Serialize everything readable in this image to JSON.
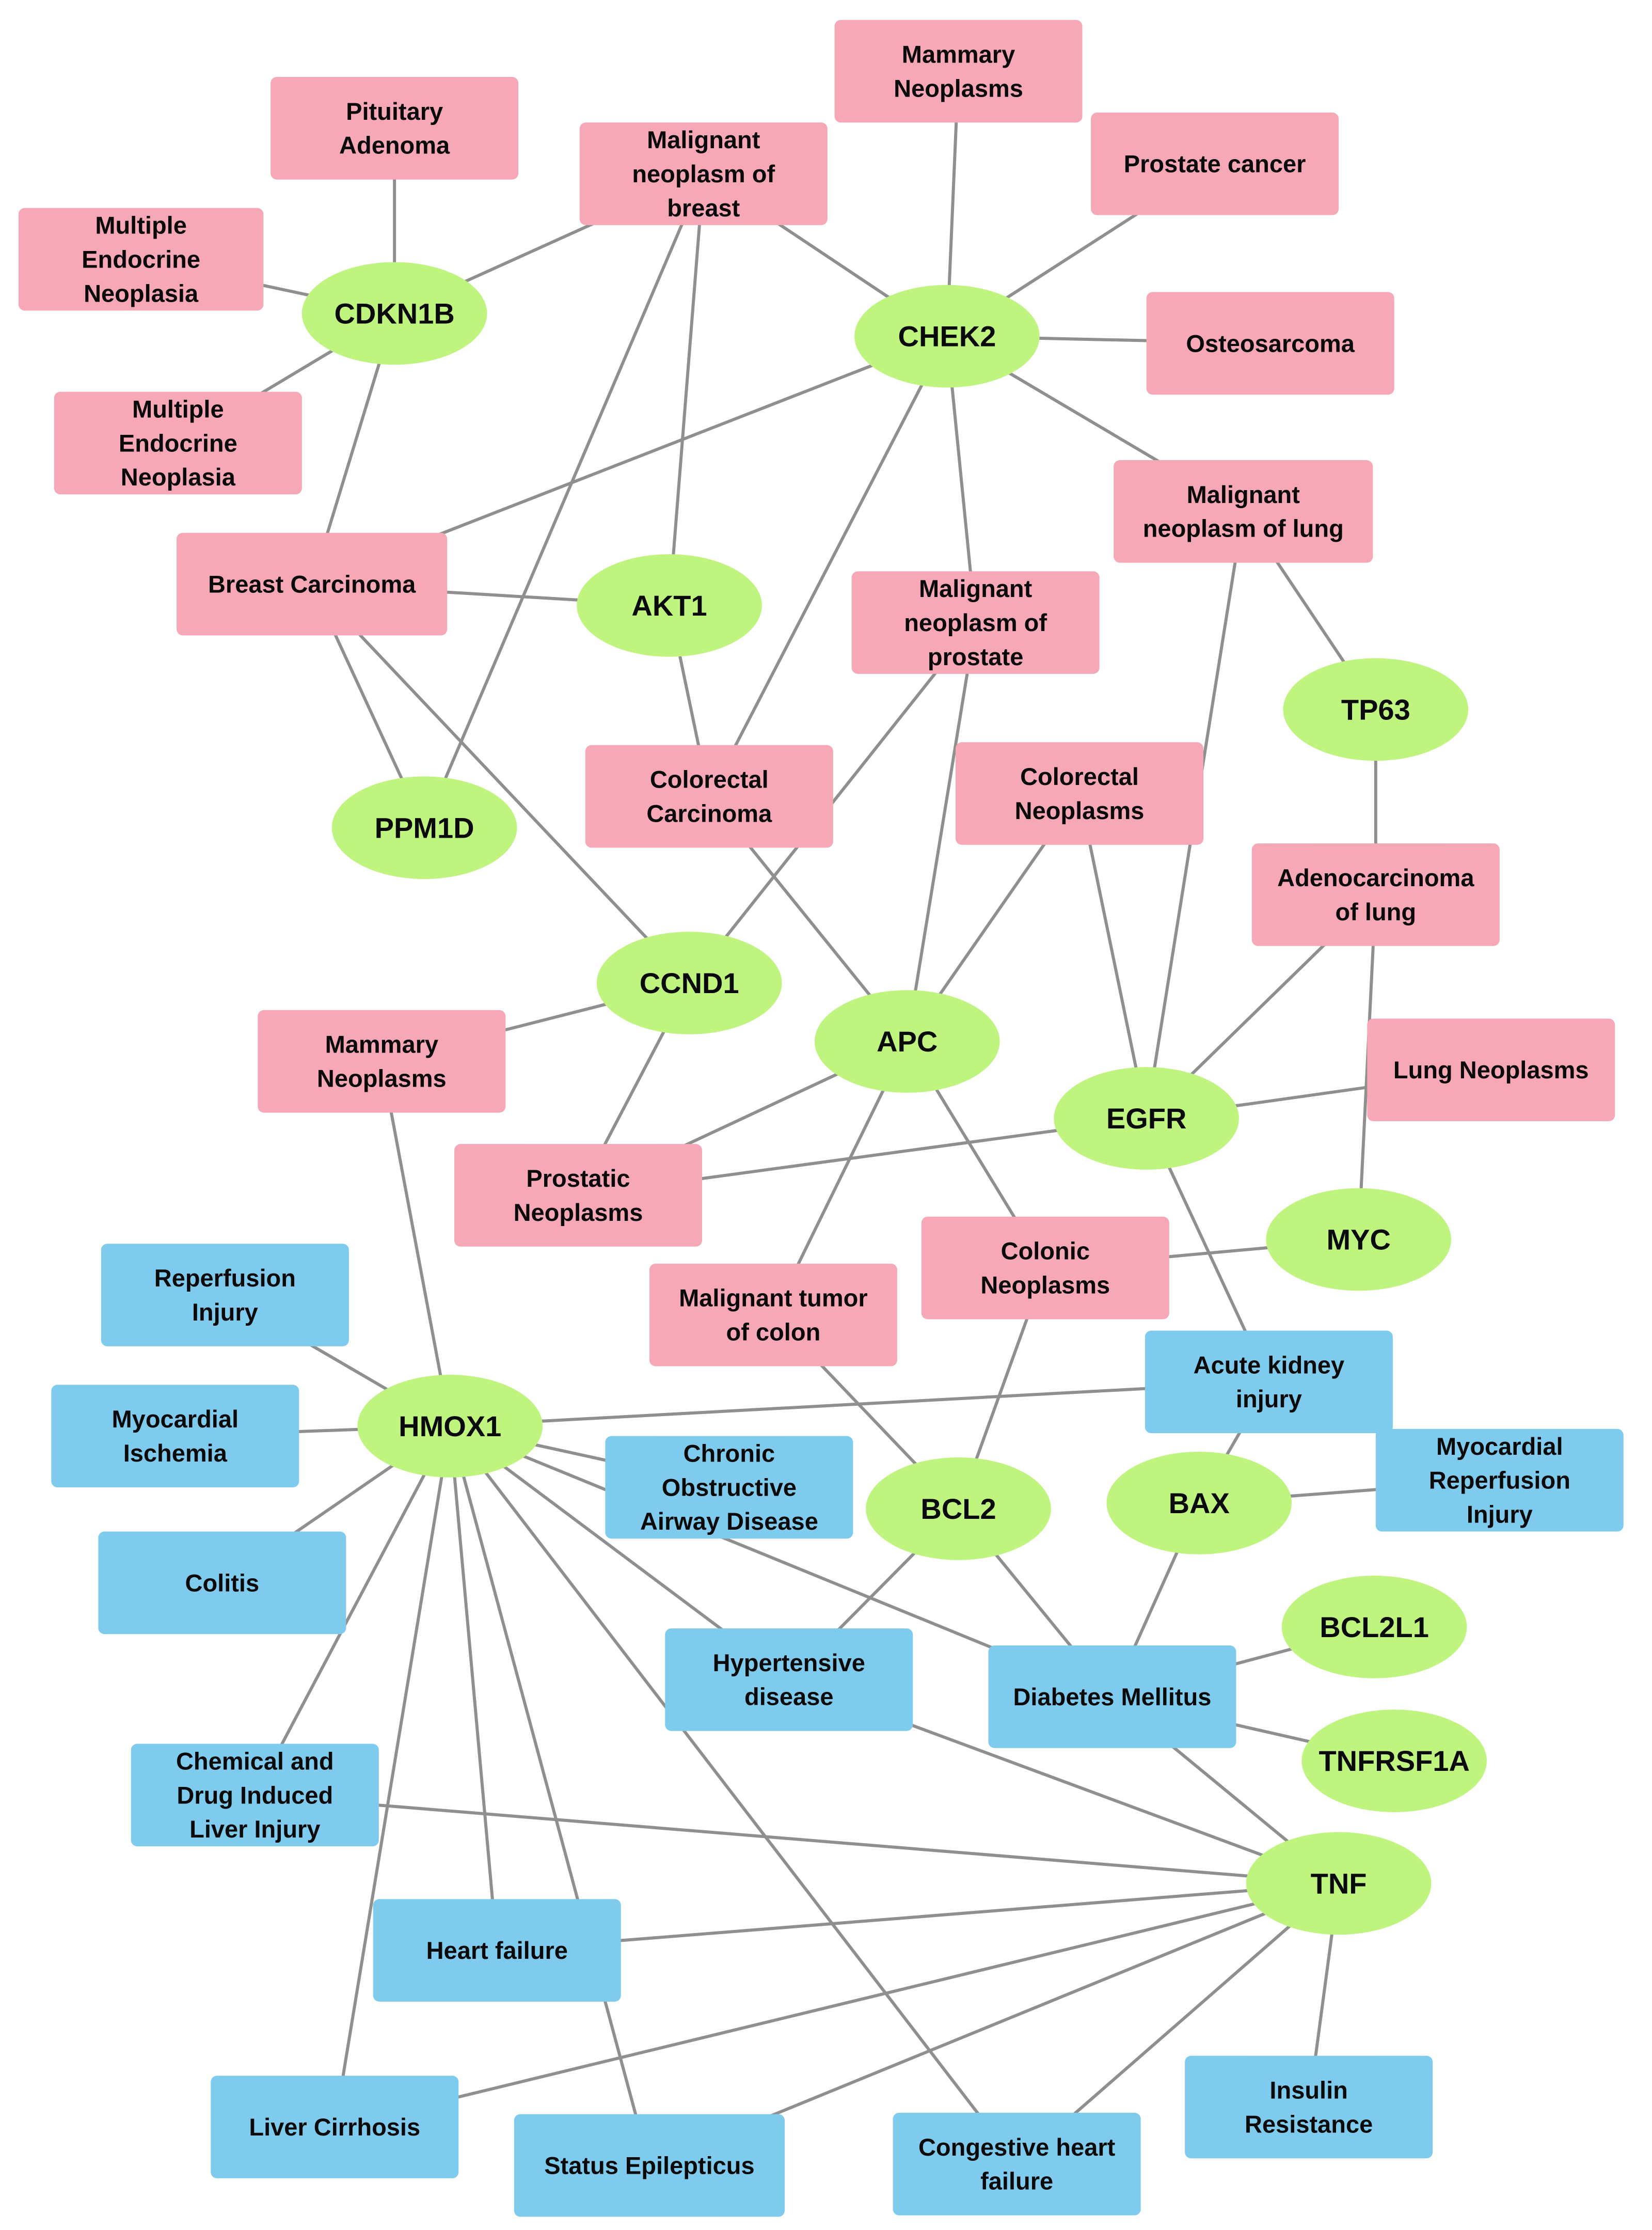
{
  "colors": {
    "gene": "#bff57e",
    "cancer": "#f7a8b6",
    "disease": "#7fcbee",
    "edge": "#8f8f8f",
    "text": "#0a0a0a"
  },
  "nodes": [
    {
      "id": "pituitary",
      "label": "Pituitary\nAdenoma",
      "kind": "cancer"
    },
    {
      "id": "mammary_top",
      "label": "Mammary\nNeoplasms",
      "kind": "cancer"
    },
    {
      "id": "mal_breast",
      "label": "Malignant\nneoplasm of\nbreast",
      "kind": "cancer"
    },
    {
      "id": "prostate_cancer",
      "label": "Prostate cancer",
      "kind": "cancer"
    },
    {
      "id": "men1",
      "label": "Multiple\nEndocrine\nNeoplasia",
      "kind": "cancer"
    },
    {
      "id": "men2",
      "label": "Multiple\nEndocrine\nNeoplasia",
      "kind": "cancer"
    },
    {
      "id": "cdkn1b",
      "label": "CDKN1B",
      "kind": "gene"
    },
    {
      "id": "chek2",
      "label": "CHEK2",
      "kind": "gene"
    },
    {
      "id": "osteosarcoma",
      "label": "Osteosarcoma",
      "kind": "cancer"
    },
    {
      "id": "mal_lung",
      "label": "Malignant\nneoplasm of lung",
      "kind": "cancer"
    },
    {
      "id": "breast_carc",
      "label": "Breast Carcinoma",
      "kind": "cancer"
    },
    {
      "id": "akt1",
      "label": "AKT1",
      "kind": "gene"
    },
    {
      "id": "mal_prostate",
      "label": "Malignant\nneoplasm of\nprostate",
      "kind": "cancer"
    },
    {
      "id": "tp63",
      "label": "TP63",
      "kind": "gene"
    },
    {
      "id": "ppm1d",
      "label": "PPM1D",
      "kind": "gene"
    },
    {
      "id": "colorectal_carc",
      "label": "Colorectal\nCarcinoma",
      "kind": "cancer"
    },
    {
      "id": "colorectal_neo",
      "label": "Colorectal\nNeoplasms",
      "kind": "cancer"
    },
    {
      "id": "adeno_lung",
      "label": "Adenocarcinoma\nof lung",
      "kind": "cancer"
    },
    {
      "id": "ccnd1",
      "label": "CCND1",
      "kind": "gene"
    },
    {
      "id": "apc",
      "label": "APC",
      "kind": "gene"
    },
    {
      "id": "mammary_mid",
      "label": "Mammary\nNeoplasms",
      "kind": "cancer"
    },
    {
      "id": "lung_neo",
      "label": "Lung Neoplasms",
      "kind": "cancer"
    },
    {
      "id": "egfr",
      "label": "EGFR",
      "kind": "gene"
    },
    {
      "id": "prostatic_neo",
      "label": "Prostatic\nNeoplasms",
      "kind": "cancer"
    },
    {
      "id": "myc",
      "label": "MYC",
      "kind": "gene"
    },
    {
      "id": "colonic_neo",
      "label": "Colonic\nNeoplasms",
      "kind": "cancer"
    },
    {
      "id": "mal_colon",
      "label": "Malignant tumor\nof colon",
      "kind": "cancer"
    },
    {
      "id": "reperfusion",
      "label": "Reperfusion\nInjury",
      "kind": "disease"
    },
    {
      "id": "aki",
      "label": "Acute kidney\ninjury",
      "kind": "disease"
    },
    {
      "id": "myo_ischemia",
      "label": "Myocardial\nIschemia",
      "kind": "disease"
    },
    {
      "id": "hmox1",
      "label": "HMOX1",
      "kind": "gene"
    },
    {
      "id": "copd",
      "label": "Chronic\nObstructive\nAirway Disease",
      "kind": "disease"
    },
    {
      "id": "myo_reperf",
      "label": "Myocardial\nReperfusion\nInjury",
      "kind": "disease"
    },
    {
      "id": "bcl2",
      "label": "BCL2",
      "kind": "gene"
    },
    {
      "id": "bax",
      "label": "BAX",
      "kind": "gene"
    },
    {
      "id": "colitis",
      "label": "Colitis",
      "kind": "disease"
    },
    {
      "id": "bcl2l1",
      "label": "BCL2L1",
      "kind": "gene"
    },
    {
      "id": "hypertensive",
      "label": "Hypertensive\ndisease",
      "kind": "disease"
    },
    {
      "id": "diabetes",
      "label": "Diabetes Mellitus",
      "kind": "disease"
    },
    {
      "id": "tnfrsf1a",
      "label": "TNFRSF1A",
      "kind": "gene"
    },
    {
      "id": "chem_liver",
      "label": "Chemical and\nDrug Induced\nLiver Injury",
      "kind": "disease"
    },
    {
      "id": "tnf",
      "label": "TNF",
      "kind": "gene"
    },
    {
      "id": "heart_failure",
      "label": "Heart failure",
      "kind": "disease"
    },
    {
      "id": "insulin",
      "label": "Insulin\nResistance",
      "kind": "disease"
    },
    {
      "id": "liver_cirrhosis",
      "label": "Liver Cirrhosis",
      "kind": "disease"
    },
    {
      "id": "status_epi",
      "label": "Status Epilepticus",
      "kind": "disease"
    },
    {
      "id": "chf",
      "label": "Congestive heart\nfailure",
      "kind": "disease"
    }
  ],
  "edges": [
    [
      "cdkn1b",
      "pituitary"
    ],
    [
      "cdkn1b",
      "men1"
    ],
    [
      "cdkn1b",
      "men2"
    ],
    [
      "cdkn1b",
      "mal_breast"
    ],
    [
      "cdkn1b",
      "breast_carc"
    ],
    [
      "chek2",
      "mammary_top"
    ],
    [
      "chek2",
      "mal_breast"
    ],
    [
      "chek2",
      "prostate_cancer"
    ],
    [
      "chek2",
      "osteosarcoma"
    ],
    [
      "chek2",
      "mal_lung"
    ],
    [
      "chek2",
      "breast_carc"
    ],
    [
      "chek2",
      "colorectal_carc"
    ],
    [
      "chek2",
      "mal_prostate"
    ],
    [
      "akt1",
      "mal_breast"
    ],
    [
      "akt1",
      "breast_carc"
    ],
    [
      "akt1",
      "colorectal_carc"
    ],
    [
      "ppm1d",
      "mal_breast"
    ],
    [
      "ppm1d",
      "breast_carc"
    ],
    [
      "tp63",
      "mal_lung"
    ],
    [
      "tp63",
      "adeno_lung"
    ],
    [
      "ccnd1",
      "breast_carc"
    ],
    [
      "ccnd1",
      "mal_prostate"
    ],
    [
      "ccnd1",
      "mammary_mid"
    ],
    [
      "ccnd1",
      "prostatic_neo"
    ],
    [
      "apc",
      "colorectal_carc"
    ],
    [
      "apc",
      "colorectal_neo"
    ],
    [
      "apc",
      "mal_prostate"
    ],
    [
      "apc",
      "prostatic_neo"
    ],
    [
      "apc",
      "colonic_neo"
    ],
    [
      "apc",
      "mal_colon"
    ],
    [
      "egfr",
      "mal_lung"
    ],
    [
      "egfr",
      "colorectal_neo"
    ],
    [
      "egfr",
      "adeno_lung"
    ],
    [
      "egfr",
      "lung_neo"
    ],
    [
      "egfr",
      "prostatic_neo"
    ],
    [
      "egfr",
      "aki"
    ],
    [
      "myc",
      "adeno_lung"
    ],
    [
      "myc",
      "colonic_neo"
    ],
    [
      "hmox1",
      "mammary_mid"
    ],
    [
      "hmox1",
      "reperfusion"
    ],
    [
      "hmox1",
      "myo_ischemia"
    ],
    [
      "hmox1",
      "colitis"
    ],
    [
      "hmox1",
      "aki"
    ],
    [
      "hmox1",
      "copd"
    ],
    [
      "hmox1",
      "hypertensive"
    ],
    [
      "hmox1",
      "diabetes"
    ],
    [
      "hmox1",
      "chem_liver"
    ],
    [
      "hmox1",
      "heart_failure"
    ],
    [
      "hmox1",
      "liver_cirrhosis"
    ],
    [
      "hmox1",
      "status_epi"
    ],
    [
      "hmox1",
      "chf"
    ],
    [
      "bcl2",
      "mal_colon"
    ],
    [
      "bcl2",
      "colonic_neo"
    ],
    [
      "bcl2",
      "hypertensive"
    ],
    [
      "bcl2",
      "diabetes"
    ],
    [
      "bax",
      "aki"
    ],
    [
      "bax",
      "myo_reperf"
    ],
    [
      "bax",
      "diabetes"
    ],
    [
      "bcl2l1",
      "diabetes"
    ],
    [
      "tnfrsf1a",
      "diabetes"
    ],
    [
      "tnf",
      "diabetes"
    ],
    [
      "tnf",
      "hypertensive"
    ],
    [
      "tnf",
      "chem_liver"
    ],
    [
      "tnf",
      "heart_failure"
    ],
    [
      "tnf",
      "liver_cirrhosis"
    ],
    [
      "tnf",
      "status_epi"
    ],
    [
      "tnf",
      "chf"
    ],
    [
      "tnf",
      "insulin"
    ]
  ]
}
